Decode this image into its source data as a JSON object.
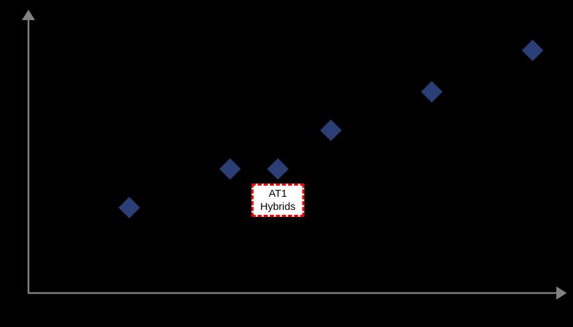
{
  "background_color": "#000000",
  "chart_data": {
    "type": "scatter",
    "title": "",
    "xlabel": "",
    "ylabel": "",
    "grid": false,
    "legend": "none",
    "axis_style": "arrow-axes-no-ticks",
    "axis_color": "#828282",
    "marker_shape": "diamond",
    "marker_color": "#2B3E75",
    "marker_size_px": 31,
    "x_range": [
      0,
      1
    ],
    "y_range": [
      0,
      1
    ],
    "points": [
      {
        "x": 0.19,
        "y": 0.31
      },
      {
        "x": 0.38,
        "y": 0.45
      },
      {
        "x": 0.47,
        "y": 0.45
      },
      {
        "x": 0.57,
        "y": 0.59
      },
      {
        "x": 0.76,
        "y": 0.73
      },
      {
        "x": 0.95,
        "y": 0.88
      }
    ],
    "annotation": {
      "text": "AT1\nHybrids",
      "attached_point_index": 2,
      "border_color": "#FF0000",
      "border_style": "dashed",
      "background_color": "#FFFFFF",
      "text_color": "#000000"
    }
  }
}
